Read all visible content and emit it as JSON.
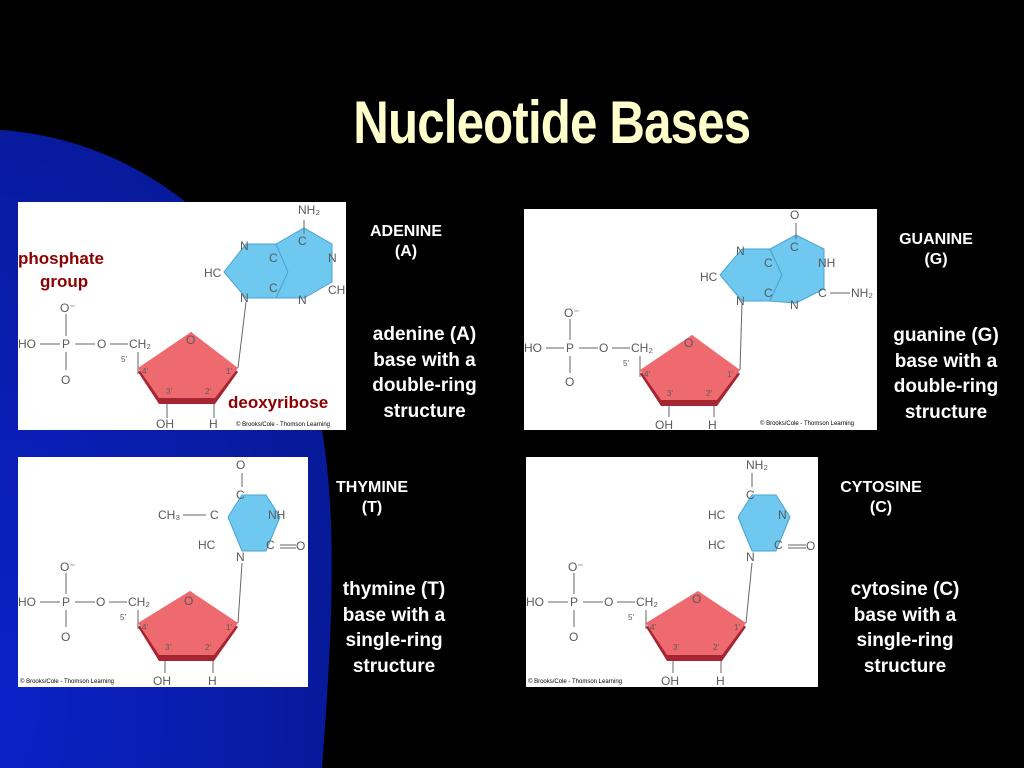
{
  "slide": {
    "title": "Nucleotide Bases",
    "colors": {
      "background": "#000000",
      "accent_blue": "#0b1fb8",
      "title": "#ffffcc",
      "text": "#ffffff",
      "base_ring": "#6ec8f0",
      "sugar_ring": "#ee6a6f",
      "annotation": "#8b0000"
    }
  },
  "adenine": {
    "name_line1": "ADENINE",
    "name_line2": "(A)",
    "desc_line1": "adenine (A)",
    "desc_line2": "base with a",
    "desc_line3": "double-ring",
    "desc_line4": "structure",
    "annot_phosphate_1": "phosphate",
    "annot_phosphate_2": "group",
    "annot_sugar": "deoxyribose",
    "credit": "© Brooks/Cole - Thomson Learning"
  },
  "guanine": {
    "name_line1": "GUANINE",
    "name_line2": "(G)",
    "desc_line1": "guanine (G)",
    "desc_line2": "base with a",
    "desc_line3": "double-ring",
    "desc_line4": "structure",
    "credit": "© Brooks/Cole - Thomson Learning"
  },
  "thymine": {
    "name_line1": "THYMINE",
    "name_line2": "(T)",
    "desc_line1": "thymine (T)",
    "desc_line2": "base with a",
    "desc_line3": "single-ring",
    "desc_line4": "structure",
    "credit": "© Brooks/Cole - Thomson Learning"
  },
  "cytosine": {
    "name_line1": "CYTOSINE",
    "name_line2": "(C)",
    "desc_line1": "cytosine (C)",
    "desc_line2": "base with a",
    "desc_line3": "single-ring",
    "desc_line4": "structure",
    "credit": "© Brooks/Cole - Thomson Learning"
  },
  "atoms": {
    "ho": "HO",
    "p": "P",
    "o": "O",
    "o_minus": "O⁻",
    "ch2": "CH₂",
    "oh": "OH",
    "h": "H",
    "c": "C",
    "n": "N",
    "nh": "NH",
    "hc": "HC",
    "ch": "CH",
    "nh2": "NH₂",
    "ch3": "CH₃",
    "c5": "5′",
    "c4": "4′",
    "c3": "3′",
    "c2": "2′",
    "c1": "1′"
  }
}
